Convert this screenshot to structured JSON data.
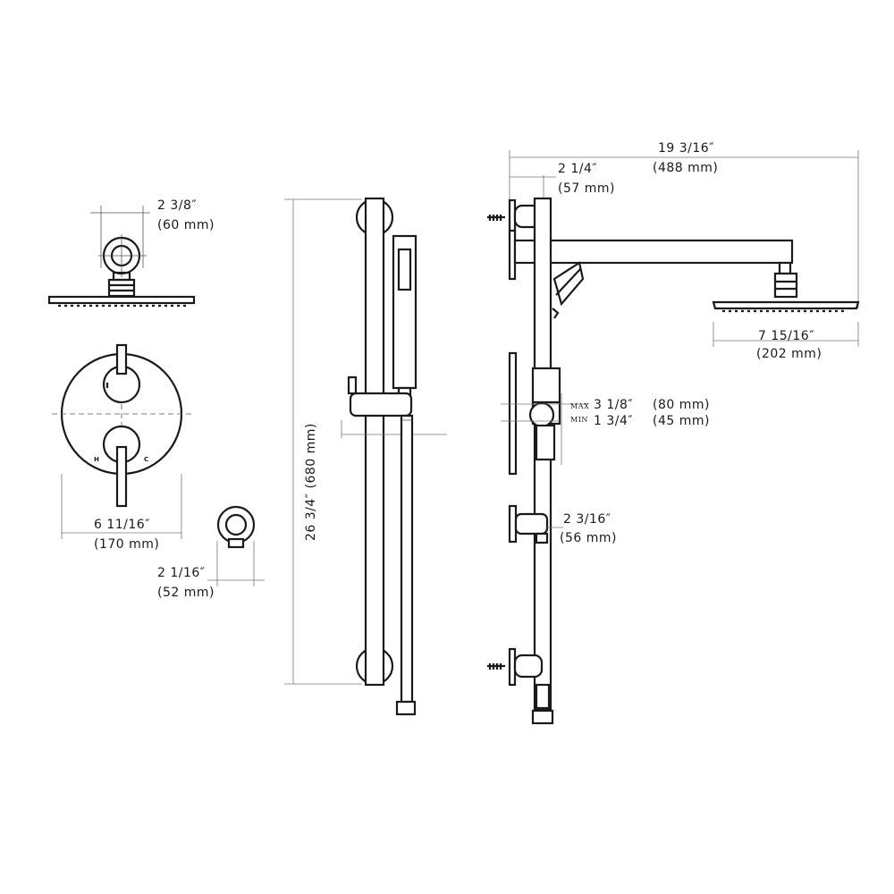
{
  "dimensions": {
    "showerhead_arm_mount": {
      "imperial": "2 3/8″",
      "metric": "(60 mm)"
    },
    "valve_trim": {
      "imperial": "6 11/16″",
      "metric": "(170 mm)"
    },
    "water_outlet": {
      "imperial": "2 1/16″",
      "metric": "(52 mm)"
    },
    "slide_bar_height": {
      "imperial": "26 3/4″",
      "metric": "(680 mm)"
    },
    "arm_total_projection": {
      "imperial": "19 3/16″",
      "metric": "(488 mm)"
    },
    "arm_offset": {
      "imperial": "2 1/4″",
      "metric": "(57 mm)"
    },
    "rain_head_diameter": {
      "imperial": "7 15/16″",
      "metric": "(202 mm)"
    },
    "valve_depth_max": {
      "label": "MAX",
      "imperial": "3 1/8″",
      "metric": "(80 mm)"
    },
    "valve_depth_min": {
      "label": "MIN",
      "imperial": "1 3/4″",
      "metric": "(45 mm)"
    },
    "outlet_depth": {
      "imperial": "2 3/16″",
      "metric": "(56 mm)"
    }
  },
  "valve_markings": {
    "hot": "H",
    "cold": "C"
  }
}
